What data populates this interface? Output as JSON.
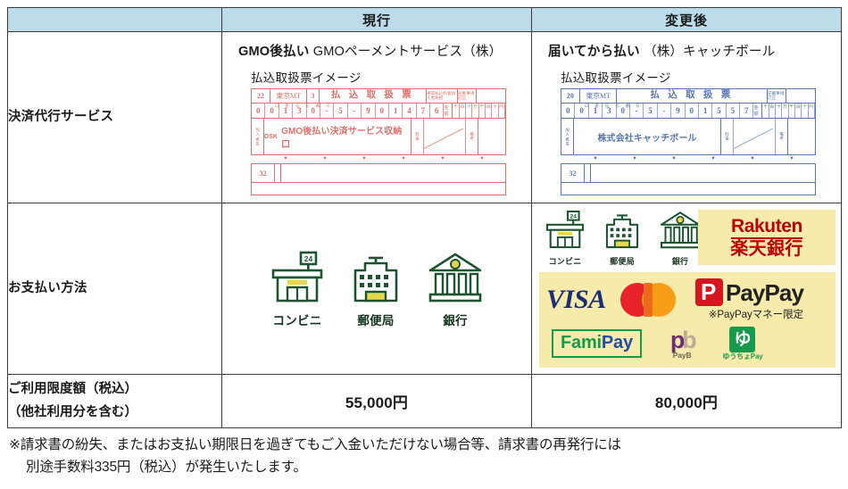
{
  "table": {
    "header": {
      "blank": "",
      "current": "現行",
      "after": "変更後"
    },
    "rows": [
      {
        "label": "決済代行サービス",
        "current": {
          "agency_name": "GMO後払い",
          "agency_company": "GMOペーメントサービス（株）",
          "slip_caption": "払込取扱票イメージ",
          "slip": {
            "year": "22",
            "office": "東京MT",
            "kind": "3",
            "title": "払 込 取 扱 票",
            "note_right": "通常払込料金加入者負担",
            "note_right2": "記載事項訂正",
            "account_label": "口座記号番号",
            "digits": [
              "0",
              "0",
              "1",
              "3",
              "0",
              "-",
              "5",
              "-",
              "9",
              "0",
              "1",
              "4",
              "7",
              "6"
            ],
            "amount_label": "金額",
            "amount_units": [
              "千",
              "百",
              "十",
              "万",
              "千",
              "百",
              "十",
              "円"
            ],
            "payee_label": "加入者名",
            "payee_prefix": "DSK",
            "payee": "GMO後払い決済サービス収納口",
            "fee_label": "料金",
            "bikou_label": "備考",
            "bottom_code": "32"
          }
        },
        "after": {
          "agency_name": "届いてから払い",
          "agency_company": "（株）キャッチボール",
          "slip_caption": "払込取扱票イメージ",
          "slip": {
            "year": "20",
            "office": "東京MT",
            "kind": "",
            "title": "払 込 取 扱 票",
            "note_right": "記載事項訂正",
            "note_right2": "",
            "account_label": "口座記号番号",
            "digits": [
              "0",
              "0",
              "1",
              "3",
              "0",
              "-",
              "5",
              "-",
              "9",
              "0",
              "1",
              "5",
              "5",
              "7"
            ],
            "amount_label": "金額",
            "amount_units": [
              "千",
              "百",
              "十",
              "万",
              "千",
              "百",
              "十",
              "円"
            ],
            "payee_label": "加入者名",
            "payee_prefix": "",
            "payee": "株式会社キャッチボール",
            "fee_label": "料金",
            "bikou_label": "備考",
            "bottom_code": "32"
          }
        }
      },
      {
        "label": "お支払い方法",
        "current_methods": [
          {
            "icon": "convenience-store-icon",
            "label": "コンビニ"
          },
          {
            "icon": "post-office-icon",
            "label": "郵便局"
          },
          {
            "icon": "bank-icon",
            "label": "銀行"
          }
        ],
        "after_methods": [
          {
            "icon": "convenience-store-icon",
            "label": "コンビニ"
          },
          {
            "icon": "post-office-icon",
            "label": "郵便局"
          },
          {
            "icon": "bank-icon",
            "label": "銀行"
          }
        ],
        "after_logos": {
          "rakuten_en": "Rakuten",
          "rakuten_jp": "楽天銀行",
          "visa": "VISA",
          "mastercard": "mastercard",
          "paypay": "PayPay",
          "paypay_note": "※PayPayマネー限定",
          "famipay_fami": "Fami",
          "famipay_pay": "Pay",
          "payb_glyph_p": "p",
          "payb_glyph_b": "b",
          "payb_caption": "PayB",
          "yuucho_glyph": "ゆ",
          "yuucho_caption": "ゆうちょPay"
        }
      },
      {
        "label_line1": "ご利用限度額（税込）",
        "label_line2": "（他社利用分を含む）",
        "current_value": "55,000円",
        "after_value": "80,000円"
      }
    ]
  },
  "footnote": {
    "line1": "※請求書の紛失、またはお支払い期限日を過ぎてもご入金いただけない場合等、請求書の再発行には",
    "line2": "別途手数料335円（税込）が発生いたします。"
  },
  "colors": {
    "header_bg": "#bcdcea",
    "highlight_bg": "#f7ebab",
    "icon_green": "#1d5430",
    "icon_yellow": "#e8d74a",
    "slip_red": "#e0706b",
    "slip_blue": "#5878ad",
    "rakuten_red": "#bf0000"
  }
}
